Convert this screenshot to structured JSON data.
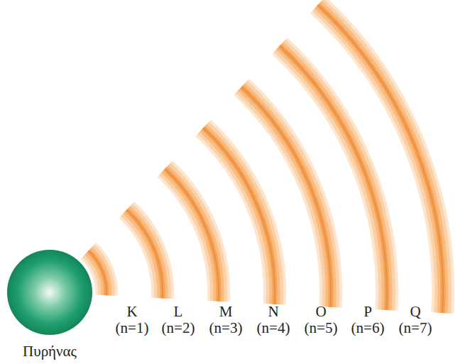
{
  "diagram": {
    "labels": [
      "K (n=1)",
      "L (n=2)",
      "M (n=3)",
      "N (n=4)",
      "O (n=5)",
      "P (n=6)",
      "Q (n=7)",
      "Πυρήνας"
    ]
  }
}
